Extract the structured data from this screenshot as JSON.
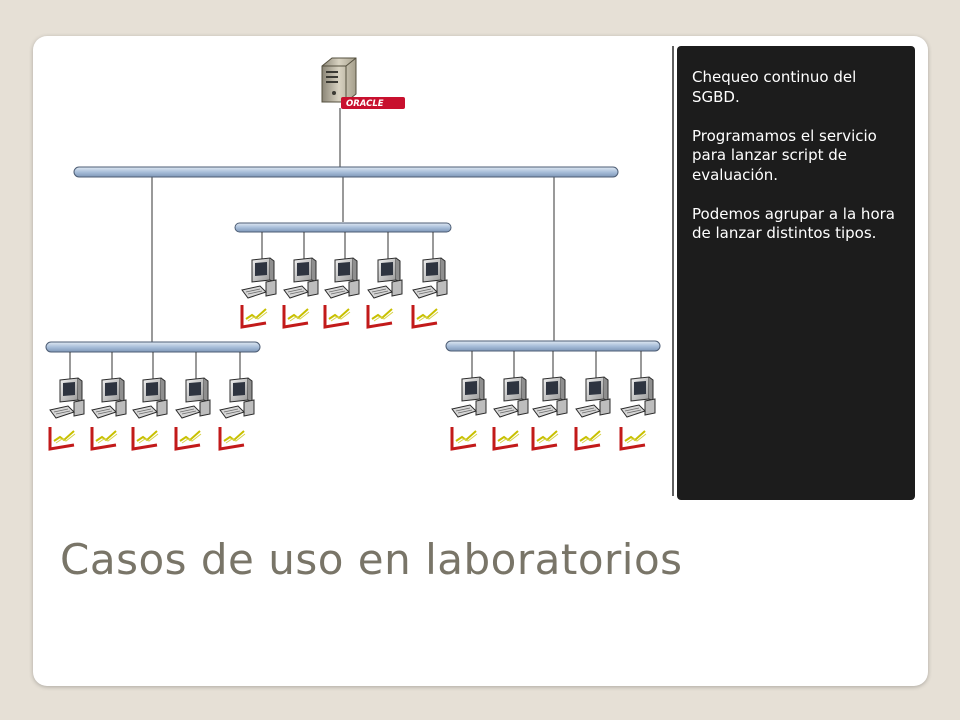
{
  "slide": {
    "title": "Casos de uso en laboratorios"
  },
  "notes": {
    "paragraphs": [
      "Chequeo continuo del SGBD.",
      "Programamos el servicio para lanzar script de evaluación.",
      "Podemos agrupar a la hora de lanzar distintos tipos."
    ]
  },
  "diagram": {
    "server": {
      "icon": "database-server-icon",
      "logo_text": "ORACLE"
    },
    "workstation_icon": "workstation-computer-icon",
    "monitor_icon": "line-chart-icon",
    "groups": [
      {
        "name": "center",
        "workstations": 5
      },
      {
        "name": "left",
        "workstations": 5
      },
      {
        "name": "right",
        "workstations": 5
      }
    ]
  },
  "colors": {
    "backdrop": "#e6e0d6",
    "note_background": "#1c1c1c",
    "title_text": "#797568",
    "bus_fill": "#b0c4de",
    "chart_axes": "#c21a1a",
    "chart_line": "#c8c000"
  }
}
